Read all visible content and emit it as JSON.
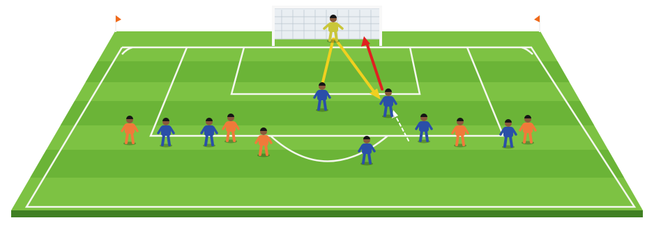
{
  "diagram": {
    "colors": {
      "pitch_light": "#7dc243",
      "pitch_dark": "#5ea72f",
      "pitch_edge": "#3f7f22",
      "line": "#f4f7ee",
      "blue_team": "#2a4fa8",
      "orange_team": "#f07a3a",
      "goalkeeper": "#c9c63a",
      "skin": "#8a5a3c",
      "hair": "#151515",
      "arrow_pass": "#f0d020",
      "arrow_run": "#e02020",
      "arrow_dashed": "#ffffff",
      "corner_flag": "#f06a1a"
    },
    "players": [
      {
        "team": "goalkeeper",
        "role": "keeper"
      },
      {
        "team": "blue",
        "role": "striker-center"
      },
      {
        "team": "blue",
        "role": "striker-right"
      },
      {
        "team": "orange",
        "role": "defender"
      },
      {
        "team": "blue",
        "role": "midfielder"
      },
      {
        "team": "blue",
        "role": "midfielder"
      },
      {
        "team": "orange",
        "role": "defender"
      },
      {
        "team": "orange",
        "role": "defender"
      },
      {
        "team": "blue",
        "role": "midfielder"
      },
      {
        "team": "blue",
        "role": "winger"
      },
      {
        "team": "orange",
        "role": "defender"
      },
      {
        "team": "blue",
        "role": "winger"
      },
      {
        "team": "orange",
        "role": "defender"
      }
    ],
    "movements": [
      {
        "type": "pass",
        "color_key": "arrow_pass",
        "from": "striker-center",
        "to": "keeper"
      },
      {
        "type": "pass",
        "color_key": "arrow_pass",
        "from": "keeper",
        "to": "striker-right"
      },
      {
        "type": "run",
        "color_key": "arrow_run",
        "from": "striker-right",
        "to": "goal"
      },
      {
        "type": "dashed-run",
        "color_key": "arrow_dashed",
        "from": "midfield",
        "to": "striker-right"
      }
    ]
  }
}
